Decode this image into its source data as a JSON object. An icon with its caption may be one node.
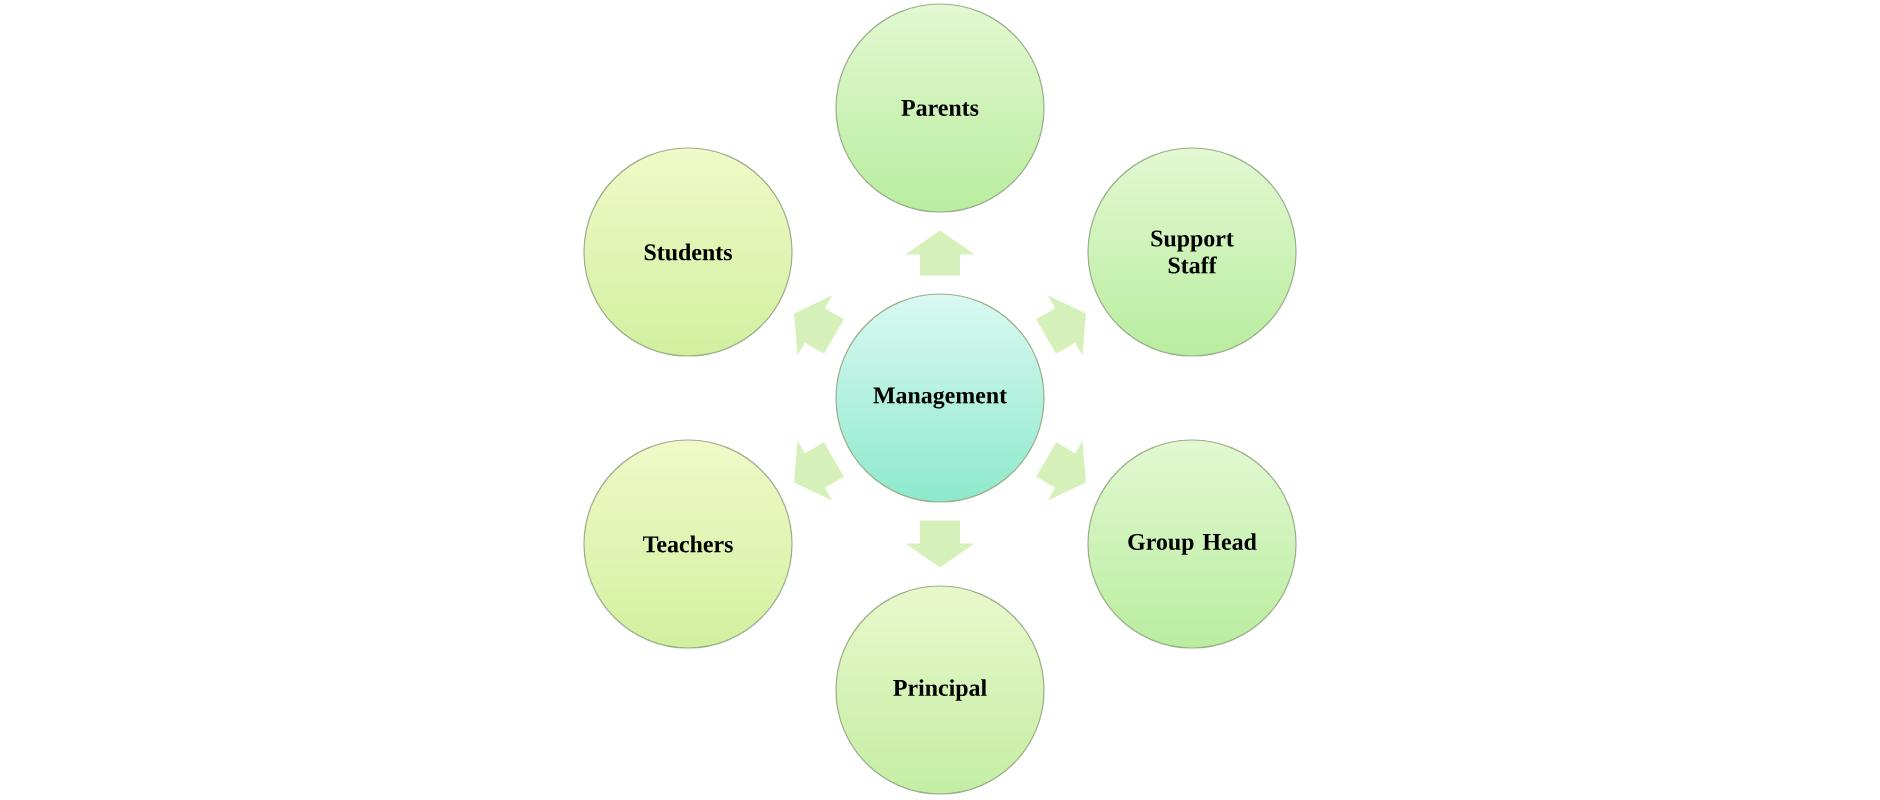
{
  "diagram": {
    "nodes": [
      {
        "text": [
          "Parents"
        ]
      },
      {
        "text": [
          "Students"
        ]
      },
      {
        "text": [
          "Support Staff"
        ]
      },
      {
        "text": [
          "Management"
        ]
      },
      {
        "text": [
          "Teachers"
        ]
      },
      {
        "text": [
          "Group Head"
        ]
      },
      {
        "text": [
          "Principal"
        ]
      }
    ],
    "edges": [
      {
        "from": 3,
        "to": 0,
        "arrow": "to"
      },
      {
        "from": 3,
        "to": 2,
        "arrow": "to"
      },
      {
        "from": 3,
        "to": 5,
        "arrow": "to"
      },
      {
        "from": 3,
        "to": 6,
        "arrow": "to"
      },
      {
        "from": 3,
        "to": 4,
        "arrow": "to"
      },
      {
        "from": 3,
        "to": 1,
        "arrow": "to"
      }
    ]
  }
}
